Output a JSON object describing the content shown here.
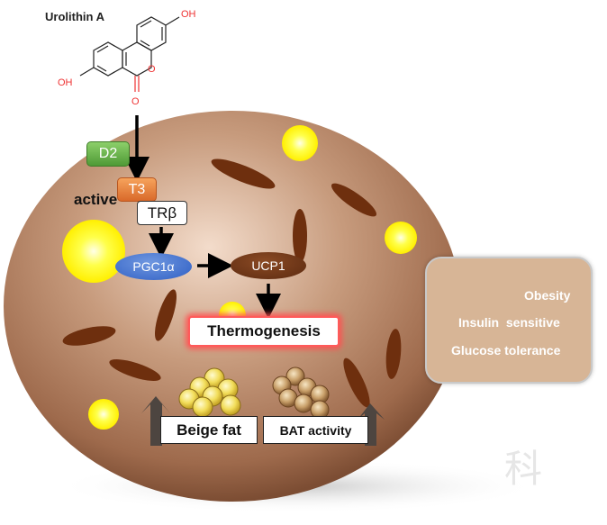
{
  "compound": {
    "name": "Urolithin A",
    "hydroxyl": "OH",
    "ring_oxygen": "O",
    "carbonyl_oxygen": "O"
  },
  "pathway": {
    "d2": "D2",
    "t3": "T3",
    "active": "active",
    "receptor": "TRβ",
    "coactivator": "PGC1α",
    "ucp": "UCP1",
    "outcome": "Thermogenesis"
  },
  "tissue_effects": {
    "beige": "Beige fat",
    "bat": "BAT activity"
  },
  "systemic_effects": {
    "obesity": "Obesity",
    "insulin": "Insulin  sensitive",
    "glucose": "Glucose tolerance"
  },
  "colors": {
    "cell": "#9e6a4c",
    "mitochondria": "#6e2f0e",
    "lipid_droplet": "#ffff00",
    "d2_box": "#5fae45",
    "t3_box": "#e9843f",
    "pgc1a": "#3a69cc",
    "ucp1": "#6d3514",
    "thermogenesis_glow": "#ff4d4d",
    "panel": "#d7b596",
    "arrow_dark": "#4d4540"
  }
}
